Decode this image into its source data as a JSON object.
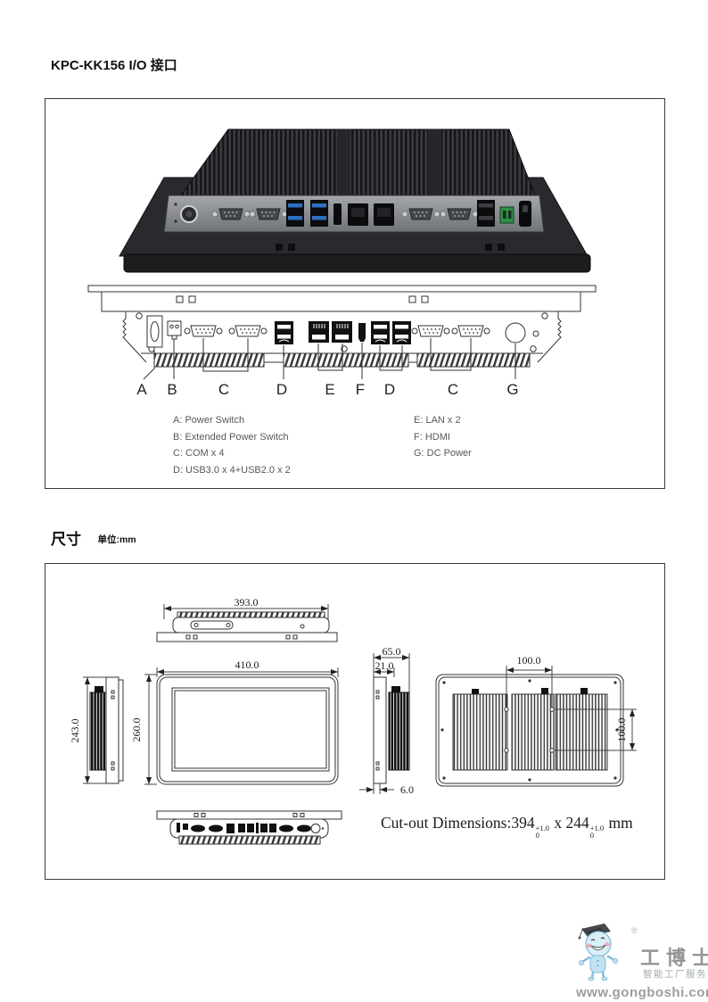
{
  "page": {
    "title": "KPC-KK156 I/O 接口"
  },
  "io_section": {
    "port_labels": [
      "A",
      "B",
      "C",
      "D",
      "E",
      "F",
      "D",
      "C",
      "G"
    ],
    "legend_left": [
      "A: Power Switch",
      "B: Extended Power Switch",
      "C: COM x 4",
      "D: USB3.0 x 4+USB2.0 x 2"
    ],
    "legend_right": [
      "E: LAN x 2",
      "F: HDMI",
      "G: DC Power"
    ]
  },
  "dim_section": {
    "heading": "尺寸",
    "unit": "单位:mm",
    "dims": {
      "top_width": "393.0",
      "front_width": "410.0",
      "front_height": "260.0",
      "side_height": "243.0",
      "depth_total": "65.0",
      "depth_front": "21.0",
      "panel_thickness": "6.0",
      "vesa_horizontal": "100.0",
      "vesa_vertical": "100.0"
    },
    "cutout": {
      "prefix": "Cut-out Dimensions:",
      "width": "394",
      "tol_plus": "+1.0",
      "tol_minus": "0",
      "separator": " x ",
      "height": "244",
      "suffix": " mm"
    }
  },
  "footer_logo": {
    "brand": "工博士",
    "registered": "®",
    "tagline": "智能工厂服务商",
    "website": "www.gongboshi.com"
  }
}
